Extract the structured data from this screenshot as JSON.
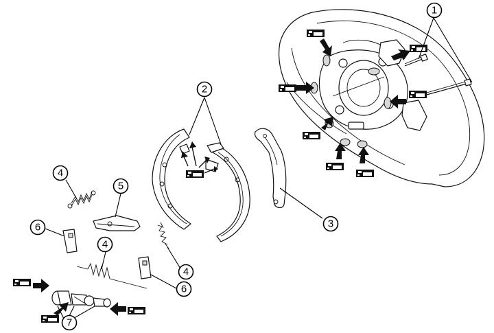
{
  "figure": {
    "callouts": [
      {
        "id": "c1",
        "label": "1"
      },
      {
        "id": "c2",
        "label": "2"
      },
      {
        "id": "c3",
        "label": "3"
      },
      {
        "id": "c4a",
        "label": "4"
      },
      {
        "id": "c4b",
        "label": "4"
      },
      {
        "id": "c4c",
        "label": "4"
      },
      {
        "id": "c5",
        "label": "5"
      },
      {
        "id": "c6a",
        "label": "6"
      },
      {
        "id": "c6b",
        "label": "6"
      },
      {
        "id": "c7",
        "label": "7"
      }
    ]
  },
  "colors": {
    "line": "#111111",
    "background": "#ffffff",
    "shade": "#d8d8d8"
  },
  "icons": {
    "grease_point": "grease-point-icon",
    "application_arrow": "application-arrow-icon"
  }
}
